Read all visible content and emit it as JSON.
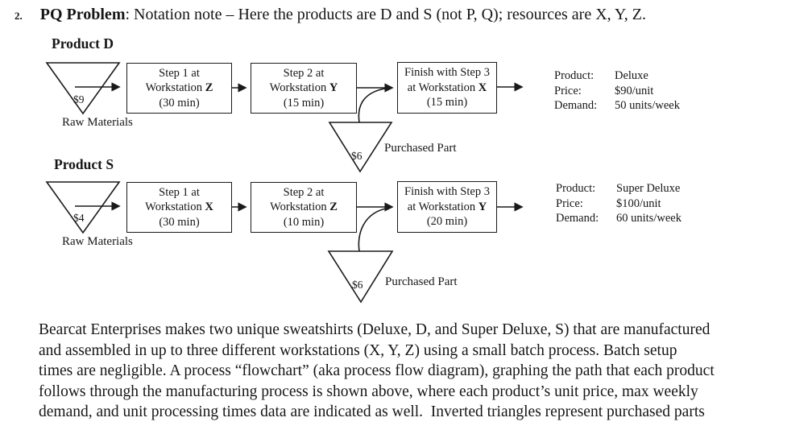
{
  "title": {
    "number": "2.",
    "bold": "PQ Problem",
    "rest": ": Notation note – Here the products are D and S (not P, Q); resources are X, Y, Z."
  },
  "products": [
    {
      "heading": "Product D",
      "raw_material": {
        "cost": "$9",
        "label": "Raw Materials"
      },
      "steps": [
        {
          "line1": "Step 1 at",
          "line2_prefix": "Workstation ",
          "line2_bold": "Z",
          "line3": "(30 min)"
        },
        {
          "line1": "Step 2 at",
          "line2_prefix": "Workstation ",
          "line2_bold": "Y",
          "line3": "(15 min)"
        },
        {
          "line1": "Finish with Step 3",
          "line2_prefix": "at Workstation ",
          "line2_bold": "X",
          "line3": "(15 min)"
        }
      ],
      "purchased_part": {
        "cost": "$6",
        "label": "Purchased Part"
      },
      "info": {
        "rows": [
          {
            "label": "Product:",
            "value": "Deluxe"
          },
          {
            "label": "Price:",
            "value": "$90/unit"
          },
          {
            "label": "Demand:",
            "value": "50 units/week"
          }
        ]
      }
    },
    {
      "heading": "Product S",
      "raw_material": {
        "cost": "$4",
        "label": "Raw Materials"
      },
      "steps": [
        {
          "line1": "Step 1 at",
          "line2_prefix": "Workstation ",
          "line2_bold": "X",
          "line3": "(30 min)"
        },
        {
          "line1": "Step 2 at",
          "line2_prefix": "Workstation ",
          "line2_bold": "Z",
          "line3": "(10 min)"
        },
        {
          "line1": "Finish with Step 3",
          "line2_prefix": "at Workstation ",
          "line2_bold": "Y",
          "line3": "(20 min)"
        }
      ],
      "purchased_part": {
        "cost": "$6",
        "label": "Purchased Part"
      },
      "info": {
        "rows": [
          {
            "label": "Product:",
            "value": "Super Deluxe"
          },
          {
            "label": "Price:",
            "value": "$100/unit"
          },
          {
            "label": "Demand:",
            "value": "60 units/week"
          }
        ]
      }
    }
  ],
  "paragraph": {
    "lines": [
      "Bearcat Enterprises makes two unique sweatshirts (Deluxe, D, and Super Deluxe, S) that are manufactured",
      "and assembled in up to three different workstations (X, Y, Z) using a small batch process. Batch setup",
      "times are negligible. A process “flowchart” (aka process flow diagram), graphing the path that each product",
      "follows through the manufacturing process is shown above, where each product’s unit price, max weekly",
      "demand, and unit processing times data are indicated as well.  Inverted triangles represent purchased parts"
    ]
  },
  "colors": {
    "ink": "#1a1a1a",
    "background": "#ffffff"
  }
}
